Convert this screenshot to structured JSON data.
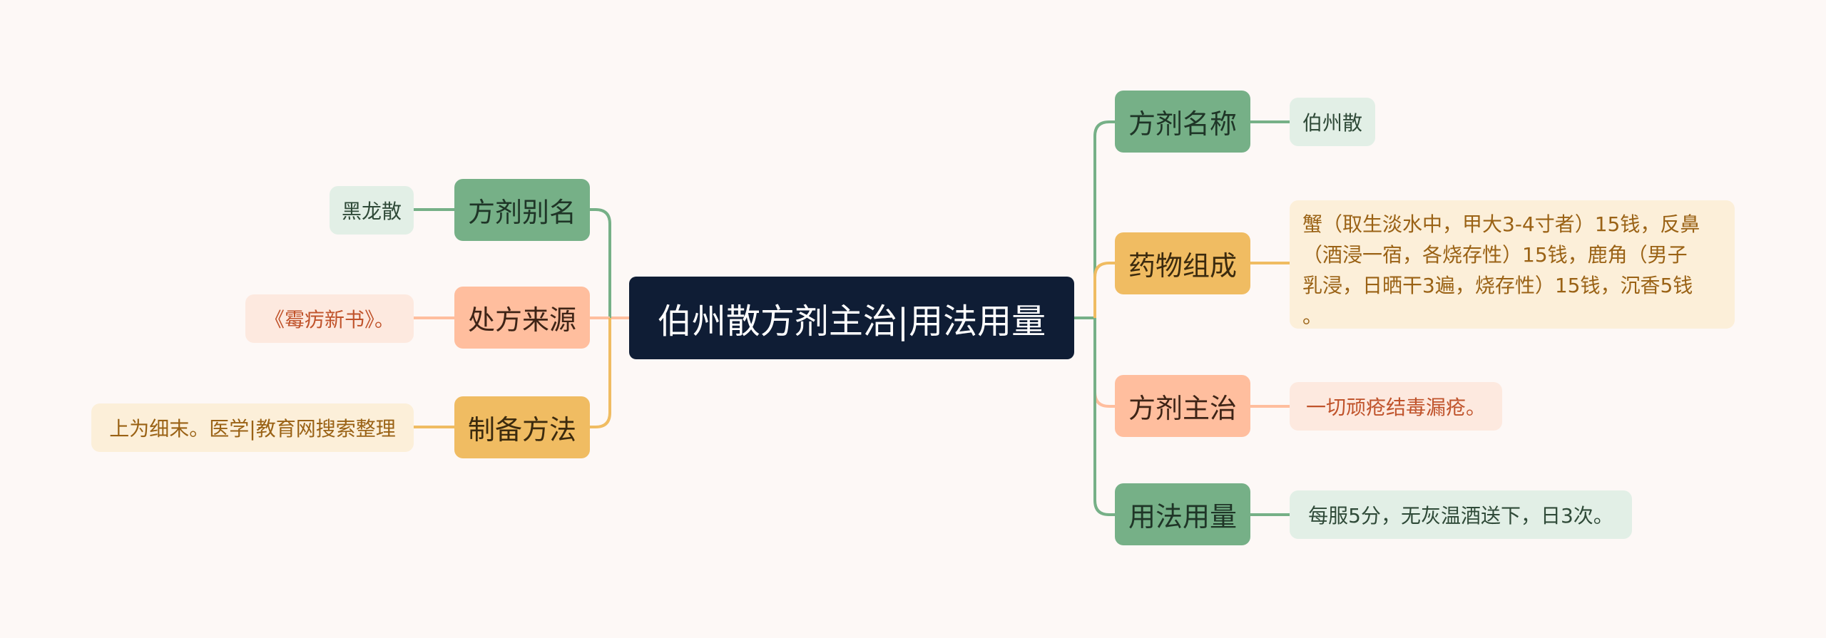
{
  "root": {
    "label": "伯州散方剂主治|用法用量"
  },
  "colors": {
    "green": "#76b087",
    "orange": "#f0bc62",
    "salmon": "#ffbe9e",
    "root": "#0f1d35"
  },
  "left": [
    {
      "label": "方剂别名",
      "leaf": "黑龙散",
      "color": "green"
    },
    {
      "label": "处方来源",
      "leaf": "《霉疠新书》。",
      "color": "salmon"
    },
    {
      "label": "制备方法",
      "leaf": "上为细末。医学|教育网搜索整理",
      "color": "orange"
    }
  ],
  "right": [
    {
      "label": "方剂名称",
      "leaf": "伯州散",
      "color": "green"
    },
    {
      "label": "药物组成",
      "leaf_lines": [
        "蟹（取生淡水中，甲大3-4寸者）15钱，反鼻",
        "（酒浸一宿，各烧存性）15钱，鹿角（男子",
        "乳浸，日晒干3遍，烧存性）15钱，沉香5钱",
        "。"
      ],
      "color": "orange"
    },
    {
      "label": "方剂主治",
      "leaf": "一切顽疮结毒漏疮。",
      "color": "salmon"
    },
    {
      "label": "用法用量",
      "leaf": "每服5分，无灰温酒送下，日3次。",
      "color": "green"
    }
  ]
}
